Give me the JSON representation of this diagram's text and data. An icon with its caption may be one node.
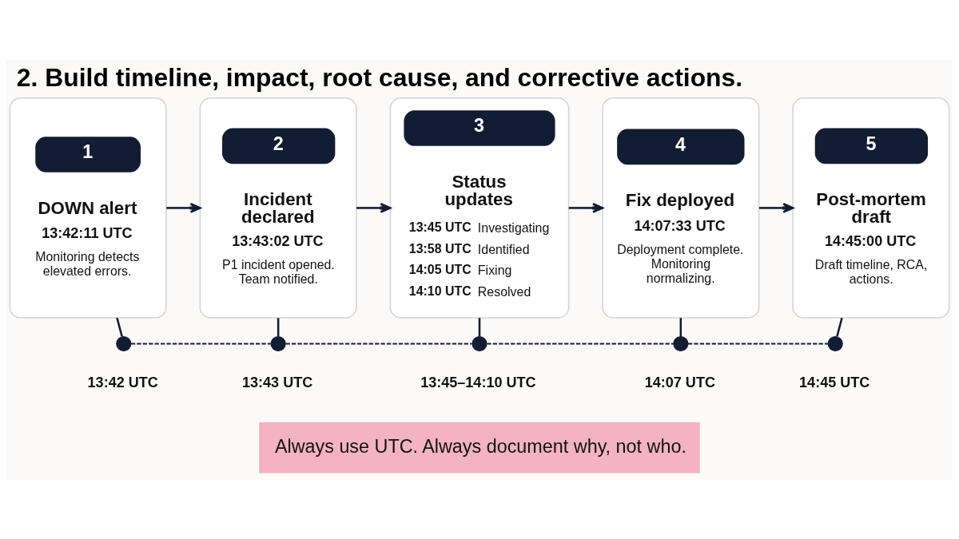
{
  "diagram": {
    "title": "2. Build timeline, impact, root cause, and corrective actions.",
    "nodes": [
      {
        "text": [
          "1",
          "DOWN alert",
          "13:42:11 UTC",
          "Monitoring detects elevated errors."
        ]
      },
      {
        "text": [
          "2",
          "Incident declared",
          "13:43:02 UTC",
          "P1 incident opened. Team notified."
        ]
      },
      {
        "text": [
          "3",
          "Status updates",
          "13:45 UTC",
          "Investigating",
          "13:58 UTC",
          "Identified",
          "14:05 UTC",
          "Fixing",
          "14:10 UTC",
          "Resolved"
        ]
      },
      {
        "text": [
          "4",
          "Fix deployed",
          "14:07:33 UTC",
          "Deployment complete. Monitoring normalizing."
        ]
      },
      {
        "text": [
          "5",
          "Post-mortem draft",
          "14:45:00 UTC",
          "Draft timeline, RCA, actions."
        ]
      },
      {
        "text": [],
        "shape": "circle",
        "beside": [
          "13:42 UTC"
        ]
      },
      {
        "text": [],
        "shape": "circle",
        "beside": [
          "13:43 UTC"
        ]
      },
      {
        "text": [],
        "shape": "circle",
        "beside": [
          "13:45–14:10 UTC"
        ]
      },
      {
        "text": [],
        "shape": "circle",
        "beside": [
          "14:07 UTC"
        ]
      },
      {
        "text": [],
        "shape": "circle",
        "beside": [
          "14:45 UTC"
        ]
      }
    ],
    "edges": [
      {
        "from": 0,
        "to": 1,
        "arrow": "to"
      },
      {
        "from": 1,
        "to": 2,
        "arrow": "to"
      },
      {
        "from": 2,
        "to": 3,
        "arrow": "to"
      },
      {
        "from": 3,
        "to": 4,
        "arrow": "to"
      },
      {
        "from": 0,
        "to": 5,
        "arrow": "none"
      },
      {
        "from": 1,
        "to": 6,
        "arrow": "none"
      },
      {
        "from": 2,
        "to": 7,
        "arrow": "none"
      },
      {
        "from": 3,
        "to": 8,
        "arrow": "none"
      },
      {
        "from": 4,
        "to": 9,
        "arrow": "none"
      },
      {
        "from": 5,
        "to": 6,
        "arrow": "none",
        "style": "dashed"
      },
      {
        "from": 6,
        "to": 7,
        "arrow": "none",
        "style": "dashed"
      },
      {
        "from": 7,
        "to": 8,
        "arrow": "none",
        "style": "dashed"
      },
      {
        "from": 8,
        "to": 9,
        "arrow": "none",
        "style": "dashed"
      }
    ],
    "labels": [
      "Always use UTC. Always document why, not who."
    ]
  }
}
